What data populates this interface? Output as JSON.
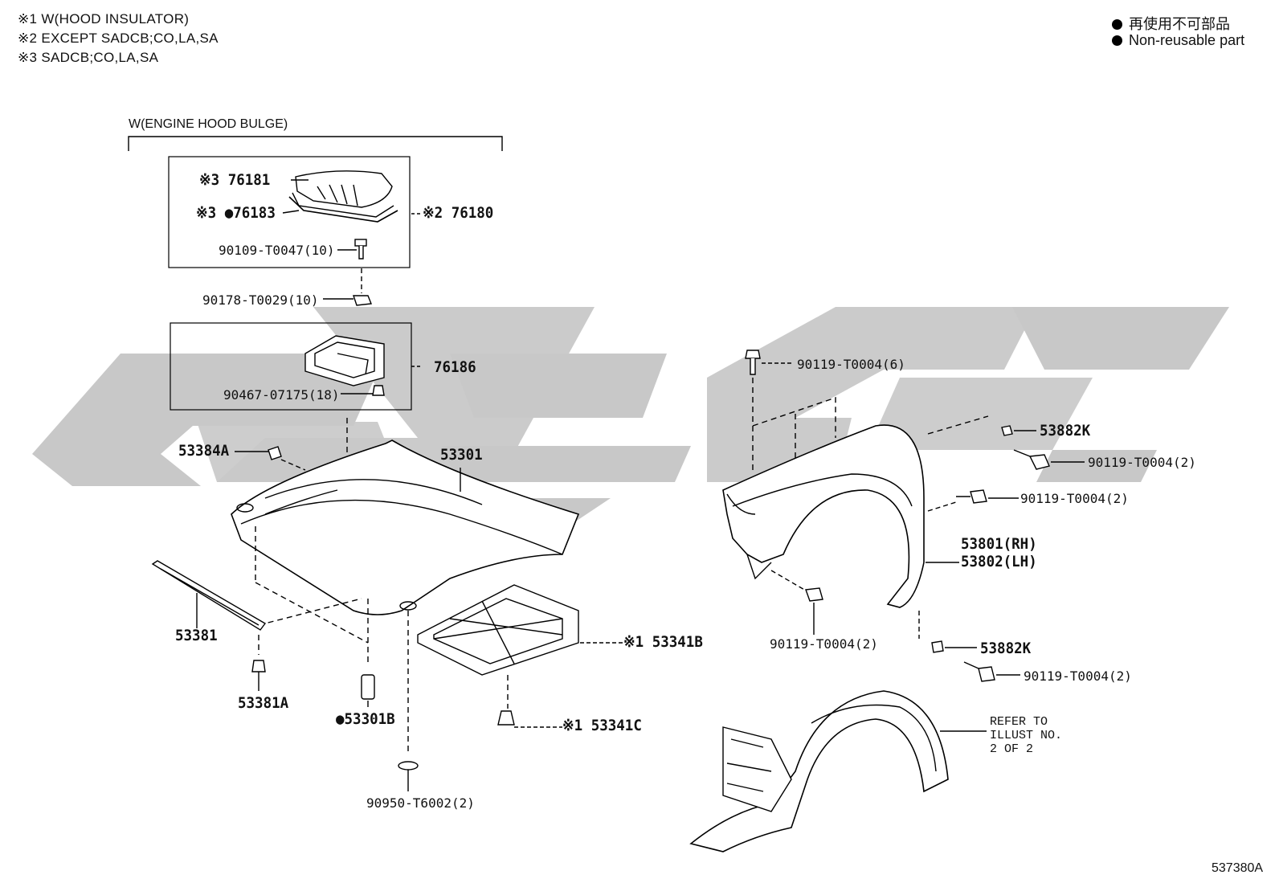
{
  "notes": [
    "※1 W(HOOD INSULATOR)",
    "※2 EXCEPT SADCB;CO,LA,SA",
    "※3 SADCB;CO,LA,SA"
  ],
  "legend": {
    "japanese": "再使用不可部品",
    "english": "Non-reusable part"
  },
  "group_label": "W(ENGINE HOOD BULGE)",
  "parts": {
    "p76181": "※3 76181",
    "p76183": "※3 ●76183",
    "p76180": "※2 76180",
    "p90109": "90109-T0047(10)",
    "p90178": "90178-T0029(10)",
    "p76186": "76186",
    "p90467": "90467-07175(18)",
    "p53384A": "53384A",
    "p53301": "53301",
    "p53381": "53381",
    "p53381A": "53381A",
    "p53301B": "●53301B",
    "p53341B": "※1 53341B",
    "p53341C": "※1 53341C",
    "p90950": "90950-T6002(2)",
    "p90119_6": "90119-T0004(6)",
    "p53882K_top": "53882K",
    "p90119_a": "90119-T0004(2)",
    "p90119_b": "90119-T0004(2)",
    "p53801": "53801(RH)",
    "p53802": "53802(LH)",
    "p90119_c": "90119-T0004(2)",
    "p53882K_bot": "53882K",
    "p90119_d": "90119-T0004(2)"
  },
  "refer_text": "REFER TO\nILLUST NO.\n2 OF 2",
  "illustration_number": "537380A",
  "colors": {
    "watermark": "#c8c8c8",
    "line": "#000000"
  }
}
